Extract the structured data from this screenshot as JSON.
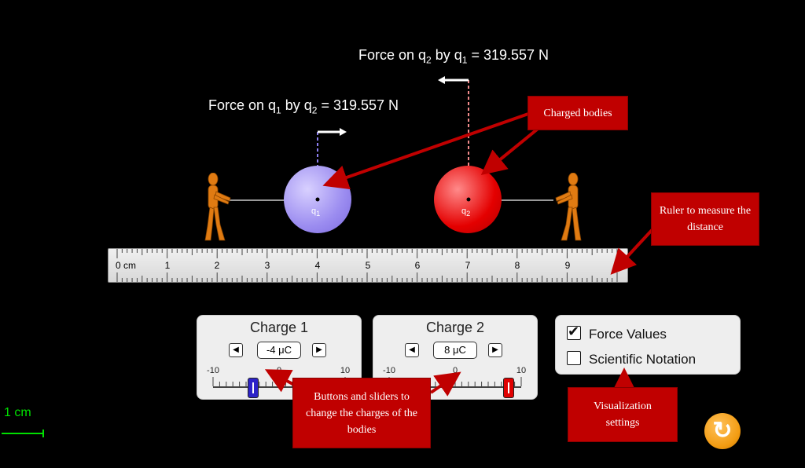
{
  "forces": {
    "q2_by_q1": {
      "prefix": "Force on q",
      "s1": "2",
      "mid": " by q",
      "s2": "1",
      "suffix": " = 319.557 N"
    },
    "q1_by_q2": {
      "prefix": "Force on q",
      "s1": "1",
      "mid": " by q",
      "s2": "2",
      "suffix": " = 319.557 N"
    }
  },
  "bodies": {
    "q1": {
      "label": "q",
      "sub": "1",
      "color": "#9b8cf0"
    },
    "q2": {
      "label": "q",
      "sub": "2",
      "color": "#e40000"
    }
  },
  "ruler": {
    "unit_label": "0 cm",
    "numbers": [
      "1",
      "2",
      "3",
      "4",
      "5",
      "6",
      "7",
      "8",
      "9"
    ]
  },
  "charge1": {
    "title": "Charge 1",
    "value": "-4 μC",
    "min": "-10",
    "zero": "0",
    "max": "10",
    "level": -4
  },
  "charge2": {
    "title": "Charge 2",
    "value": "8 μC",
    "min": "-10",
    "zero": "0",
    "max": "10",
    "level": 8
  },
  "settings": {
    "force_values": {
      "label": "Force Values",
      "checked": true
    },
    "scientific_notation": {
      "label": "Scientific Notation",
      "checked": false
    }
  },
  "callouts": {
    "charged_bodies": "Charged bodies",
    "ruler": "Ruler to measure the distance",
    "buttons": "Buttons and sliders to change the charges of the bodies",
    "visualization": "Visualization settings"
  },
  "scale": {
    "label": "1 cm",
    "color": "#00e000"
  },
  "icons": {
    "left": "◀",
    "right": "▶",
    "check": "✔",
    "reset": "↻"
  },
  "colors": {
    "callout": "#c00000",
    "reset": "#f39c12"
  }
}
